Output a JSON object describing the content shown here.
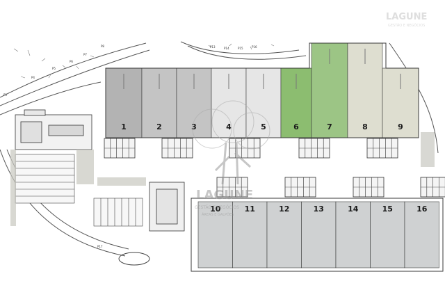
{
  "watermark": {
    "brand": "LAGUNE",
    "tagline_1": "GESTÃO E NEGÓCIOS",
    "tagline_2": "ÁREAS E GALPÕES"
  },
  "colors": {
    "gray_dark": "#b3b3b3",
    "gray_mid": "#c4c4c4",
    "gray_light": "#e6e6e6",
    "green_bright": "#8cbd70",
    "green_light": "#9cc585",
    "beige": "#deded0",
    "gray_lower": "#cfd1d2",
    "line": "#3a3a3a"
  },
  "top_row": [
    {
      "label": "1",
      "color": "gray_dark"
    },
    {
      "label": "2",
      "color": "gray_mid"
    },
    {
      "label": "3",
      "color": "gray_mid"
    },
    {
      "label": "4",
      "color": "gray_light"
    },
    {
      "label": "5",
      "color": "gray_light"
    },
    {
      "label": "6",
      "color": "green_bright"
    },
    {
      "label": "7",
      "color": "green_light"
    },
    {
      "label": "8",
      "color": "beige"
    },
    {
      "label": "9",
      "color": "beige"
    }
  ],
  "bottom_row": [
    {
      "label": "10"
    },
    {
      "label": "11"
    },
    {
      "label": "12"
    },
    {
      "label": "13"
    },
    {
      "label": "14"
    },
    {
      "label": "15"
    },
    {
      "label": "16"
    }
  ],
  "survey_marks": [
    "P3",
    "P4",
    "P5",
    "P6",
    "P7",
    "P8",
    "P13",
    "P14",
    "P15",
    "P16",
    "P17"
  ]
}
